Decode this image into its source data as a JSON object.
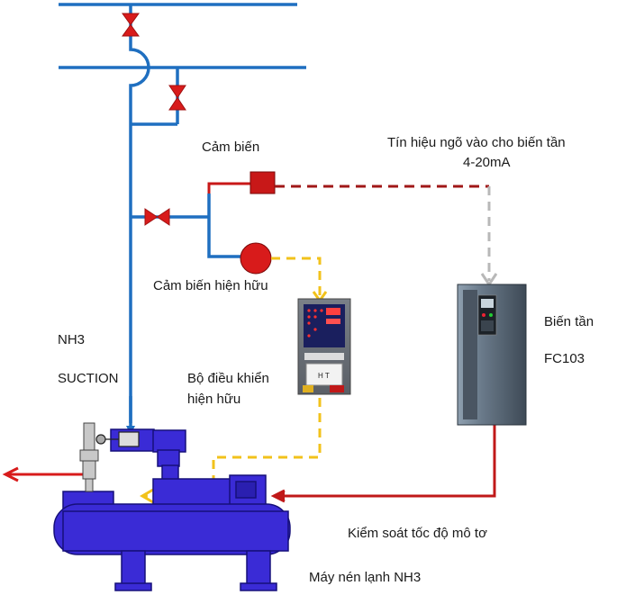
{
  "labels": {
    "sensor": "Cảm biến",
    "signal_line1": "Tín hiệu ngõ vào cho biến tần",
    "signal_line2": "4-20mA",
    "existing_sensor": "Cảm biến hiện hữu",
    "nh3": "NH3",
    "suction": "SUCTION",
    "controller_line1": "Bộ điều khiển",
    "controller_line2": "hiện hữu",
    "inverter": "Biến tần",
    "inverter_model": "FC103",
    "motor_speed": "Kiểm soát tốc độ mô tơ",
    "compressor": "Máy nén lạnh NH3"
  },
  "controller_panel": {
    "badge": "H T"
  },
  "colors": {
    "pipe_blue": "#1f6fc0",
    "valve_red": "#d81b1b",
    "sensor_red": "#c81818",
    "signal_dash_darkred": "#a01818",
    "signal_dash_grey": "#b8b8b8",
    "signal_dash_yellow": "#f2c21b",
    "compressor_blue": "#3a2bd6",
    "inverter_body": "#5a6a7a"
  }
}
